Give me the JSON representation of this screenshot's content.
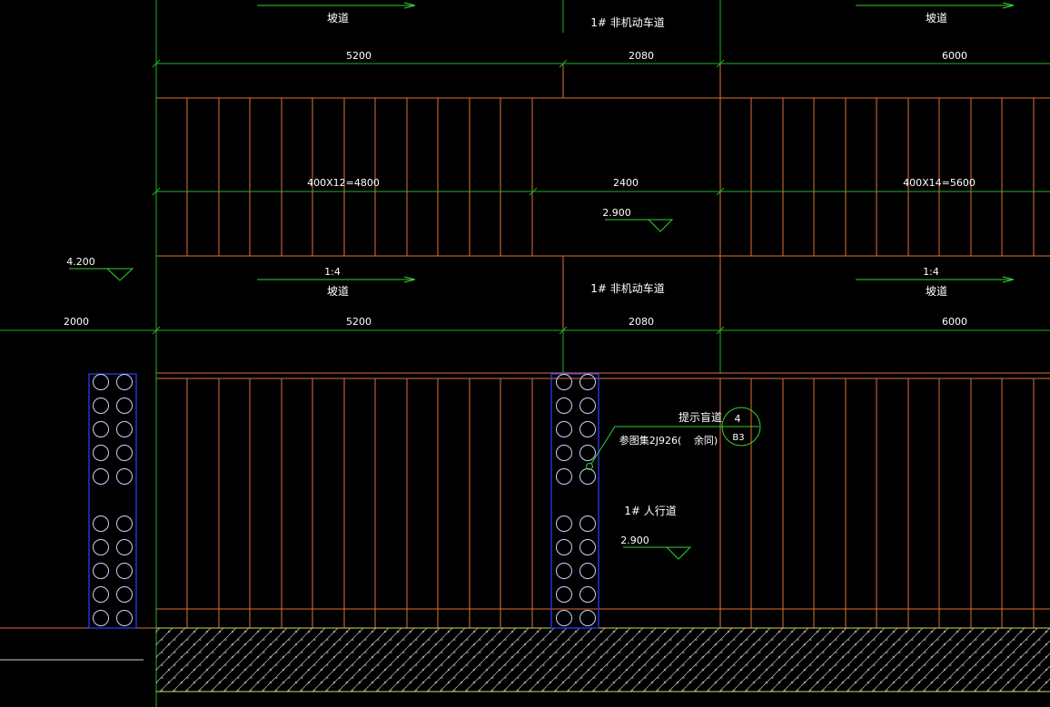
{
  "colors": {
    "background": "#000000",
    "axis_line": "#22b022",
    "orange_line": "#e0703a",
    "text": "#ffffff",
    "annotation_green": "#35d035",
    "tactile_blue": "#2f3fff",
    "tactile_circle": "#c9d2ff",
    "hatch": "#a8a8a8",
    "hatch_border": "#d9d94a"
  },
  "labels": {
    "ramp_top_left": "坡道",
    "ramp_top_right": "坡道",
    "ramp_mid_left": "坡道",
    "ramp_mid_right": "坡道",
    "ramp_slope_left": "1:4",
    "ramp_slope_right": "1:4",
    "vehicle_lane_top": "1# 非机动车道",
    "vehicle_lane_mid": "1# 非机动车道",
    "sidewalk": "1# 人行道",
    "tactile_note": "提示盲道",
    "reference_note": "参图集2J926(",
    "reference_note_tail": "余同)",
    "detail_number": "4",
    "detail_sheet": "B3"
  },
  "dimensions": {
    "top_row": [
      "5200",
      "2080",
      "6000"
    ],
    "band_row": [
      "400X12=4800",
      "2400",
      "400X14=5600"
    ],
    "bottom_row": [
      "2000",
      "5200",
      "2080",
      "6000"
    ]
  },
  "elevations": {
    "left": "4.200",
    "band": "2.900",
    "sidewalk": "2.900"
  }
}
